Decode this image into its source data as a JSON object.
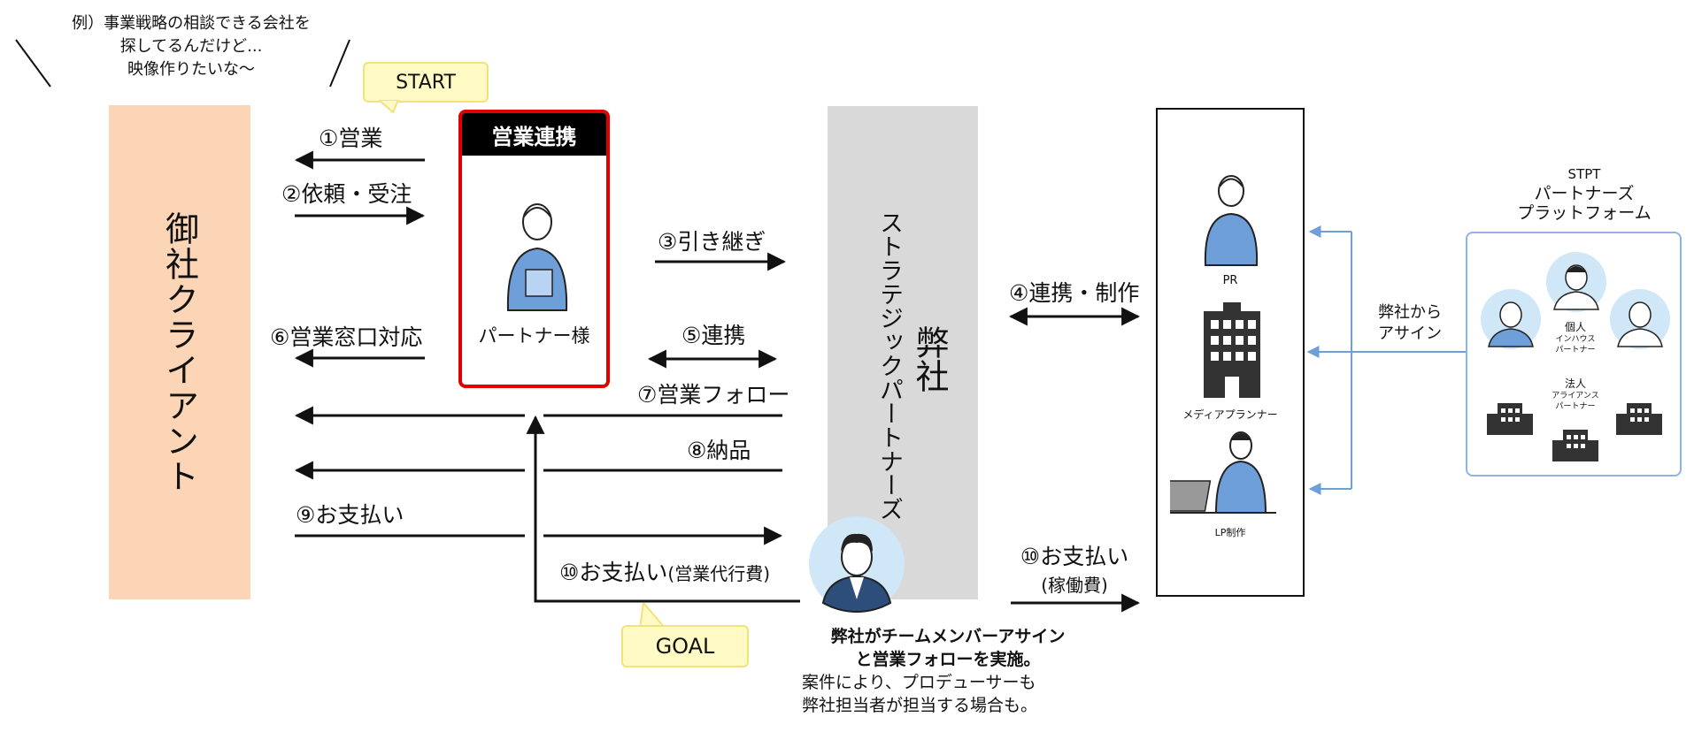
{
  "speech": {
    "line1": "例）事業戦略の相談できる会社を",
    "line2": "探してるんだけど...",
    "line3": "映像作りたいな～"
  },
  "start_label": "START",
  "goal_label": "GOAL",
  "client": {
    "label": "御社クライアント",
    "color": "#fbd5b5"
  },
  "partner": {
    "header": "営業連携",
    "name": "パートナー様",
    "border_color": "#e00000"
  },
  "our_company": {
    "main": "弊社",
    "sub": "ストラテジックパートナーズ",
    "color": "#d9d9d9"
  },
  "steps": {
    "s1": "①営業",
    "s2": "②依頼・受注",
    "s3": "③引き継ぎ",
    "s4": "④連携・制作",
    "s5": "⑤連携",
    "s6": "⑥営業窓口対応",
    "s7": "⑦営業フォロー",
    "s8": "⑧納品",
    "s9": "⑨お支払い",
    "s10a": "⑩お支払い",
    "s10a_sub": "(営業代行費)",
    "s10b": "⑩お支払い",
    "s10b_sub": "(稼働費)"
  },
  "team": {
    "pr": "PR",
    "media": "メディアプランナー",
    "lp": "LP制作"
  },
  "assign": {
    "line1": "弊社から",
    "line2": "アサイン"
  },
  "platform": {
    "title1": "STPT",
    "title2": "パートナーズ",
    "title3": "プラットフォーム",
    "individual": "個人",
    "individual_sub1": "インハウス",
    "individual_sub2": "パートナー",
    "corporate": "法人",
    "corporate_sub1": "アライアンス",
    "corporate_sub2": "パートナー",
    "border_color": "#8fb4e3"
  },
  "note": {
    "bold1": "弊社がチームメンバーアサイン",
    "bold2": "と営業フォローを実施。",
    "normal1": "案件により、プロデューサーも",
    "normal2": "弊社担当者が担当する場合も。"
  }
}
